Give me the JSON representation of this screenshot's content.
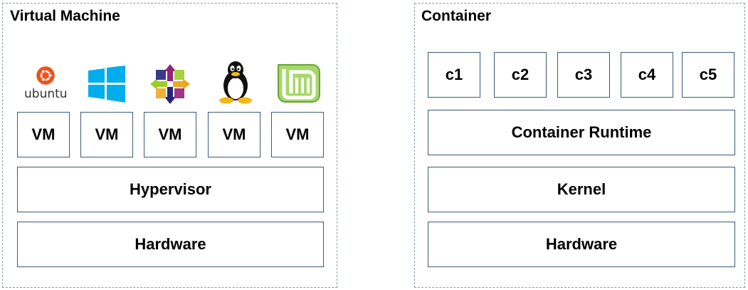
{
  "vm": {
    "title": "Virtual Machine",
    "os_icons": [
      {
        "name": "ubuntu-icon",
        "label": "ubuntu"
      },
      {
        "name": "windows-icon"
      },
      {
        "name": "centos-icon"
      },
      {
        "name": "linux-tux-icon"
      },
      {
        "name": "linux-mint-icon"
      }
    ],
    "vms": [
      "VM",
      "VM",
      "VM",
      "VM",
      "VM"
    ],
    "hypervisor": "Hypervisor",
    "hardware": "Hardware"
  },
  "container": {
    "title": "Container",
    "containers": [
      "c1",
      "c2",
      "c3",
      "c4",
      "c5"
    ],
    "runtime": "Container Runtime",
    "kernel": "Kernel",
    "hardware": "Hardware"
  },
  "colors": {
    "box_border": "#3b5a7a",
    "panel_border": "#8a9aab",
    "ubuntu": "#e95420",
    "windows": "#00adef",
    "mint": "#87cf3e"
  }
}
